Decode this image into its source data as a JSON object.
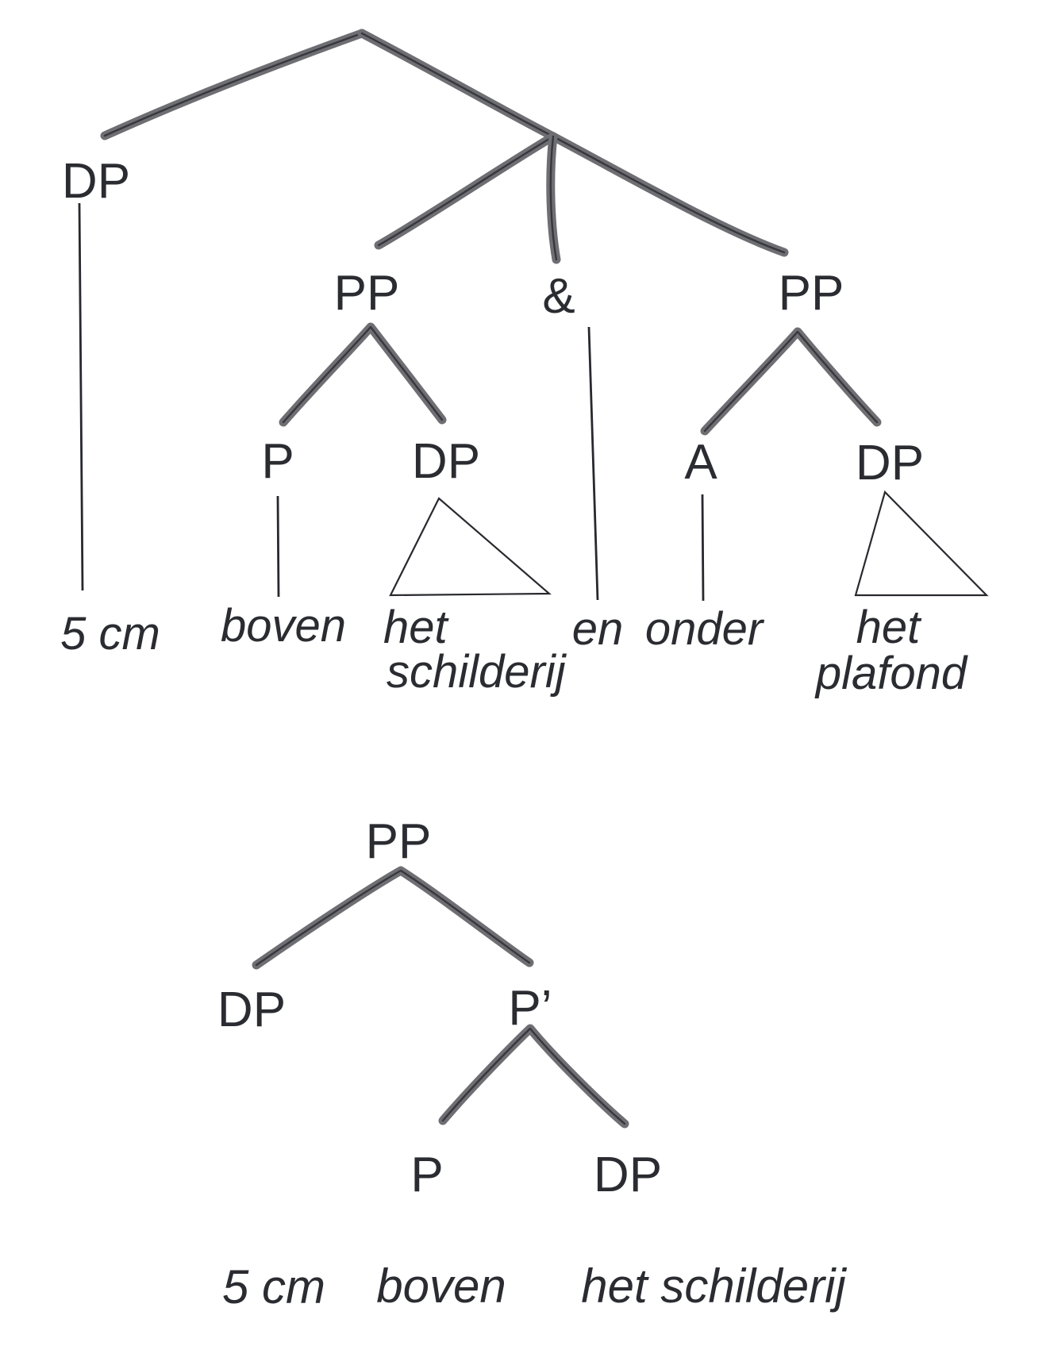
{
  "canvas": {
    "background": "#ffffff",
    "text_color": "#2a2c31",
    "branch_color": "#6e6e73",
    "branch_core_color": "#36383e",
    "thin_line_color": "#27292e"
  },
  "tree_top": {
    "node_dp_subject": "DP",
    "node_pp_left": "PP",
    "node_conj": "&",
    "node_pp_right": "PP",
    "node_p": "P",
    "node_dp_object1": "DP",
    "node_a": "A",
    "node_dp_object2": "DP",
    "terminal_5cm": "5 cm",
    "terminal_boven": "boven",
    "terminal_het1": "het",
    "terminal_schilderij": "schilderij",
    "terminal_en": "en",
    "terminal_onder": "onder",
    "terminal_het2": "het",
    "terminal_plafond": "plafond"
  },
  "tree_bottom": {
    "node_pp": "PP",
    "node_dp_spec": "DP",
    "node_pbar": "P’",
    "node_p": "P",
    "node_dp_comp": "DP",
    "terminal_5cm": "5 cm",
    "terminal_boven": "boven",
    "terminal_het_schilderij": "het schilderij"
  }
}
